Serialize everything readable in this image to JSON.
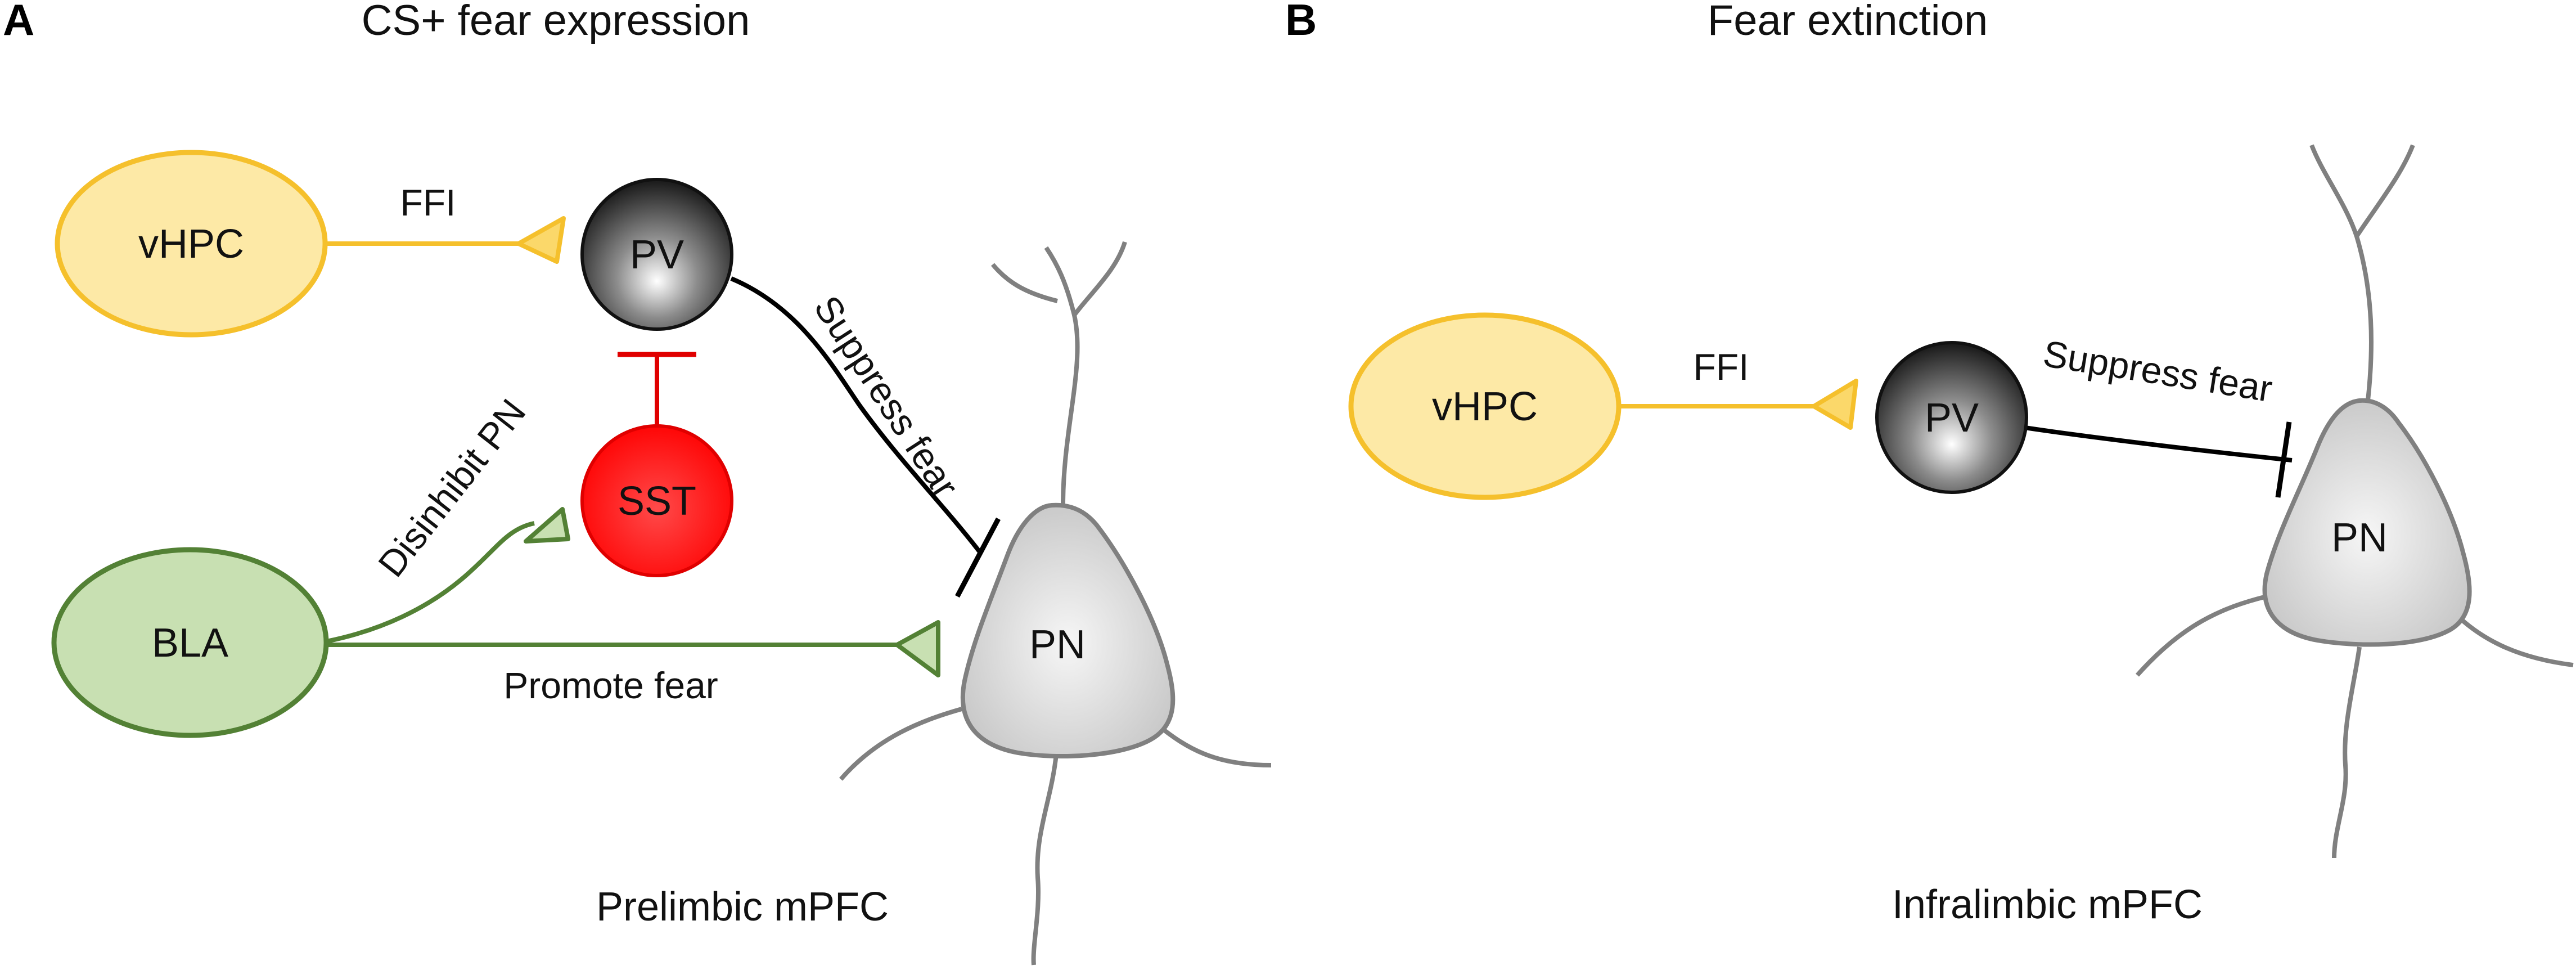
{
  "panel_a": {
    "letter": "A",
    "title": "CS+ fear expression",
    "region": "Prelimbic mPFC",
    "nodes": {
      "vhpc": "vHPC",
      "pv": "PV",
      "sst": "SST",
      "bla": "BLA",
      "pn": "PN"
    },
    "edges": {
      "ffi": "FFI",
      "suppress": "Suppress fear",
      "disinhibit": "Disinhibit PN",
      "promote": "Promote fear"
    }
  },
  "panel_b": {
    "letter": "B",
    "title": "Fear extinction",
    "region": "Infralimbic mPFC",
    "nodes": {
      "vhpc": "vHPC",
      "pv": "PV",
      "pn": "PN"
    },
    "edges": {
      "ffi": "FFI",
      "suppress": "Suppress fear"
    }
  },
  "colors": {
    "vhpc_fill": "#fde9a6",
    "vhpc_stroke": "#f5c02c",
    "bla_fill": "#c8e0b2",
    "bla_stroke": "#538135",
    "sst_fill": "#ff1a1a",
    "sst_stroke": "#e00000",
    "pv_fill": "#3a3a3a",
    "pn_fill": "#d6d6d6",
    "neuron_stroke": "#808080",
    "inhibit_line": "#000000"
  }
}
